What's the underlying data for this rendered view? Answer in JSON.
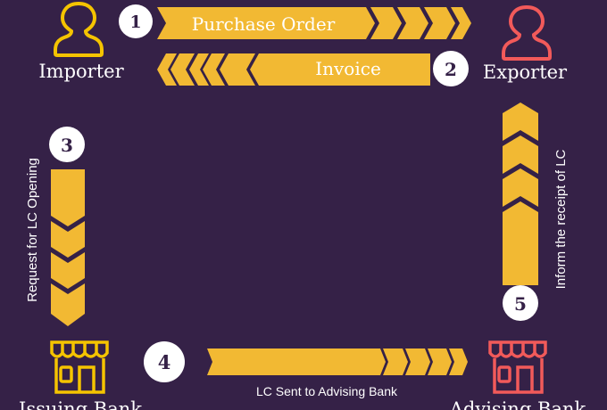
{
  "colors": {
    "background": "#352147",
    "arrow": "#f2b933",
    "importer": "#f5c400",
    "exporter": "#f25a5a",
    "circle": "#ffffff",
    "number": "#352147"
  },
  "parties": {
    "importer": "Importer",
    "exporter": "Exporter",
    "issuing_bank": "Issuing Bank",
    "advising_bank": "Advising Bank"
  },
  "steps": [
    {
      "number": "1",
      "label": "Purchase Order"
    },
    {
      "number": "2",
      "label": "Invoice"
    },
    {
      "number": "3",
      "label": "Request for LC Opening"
    },
    {
      "number": "4",
      "label": "LC Sent to Advising Bank"
    },
    {
      "number": "5",
      "label": "Inform the receipt of LC"
    }
  ]
}
